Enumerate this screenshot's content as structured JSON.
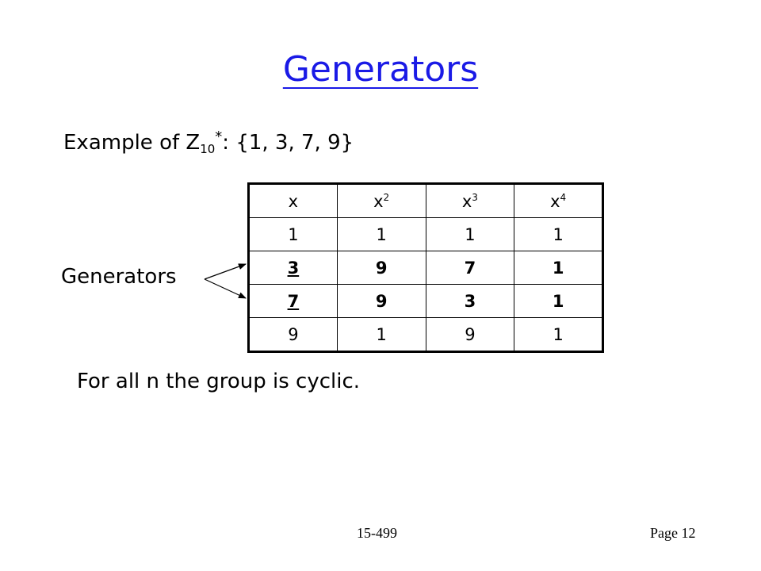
{
  "title": "Generators",
  "example": {
    "prefix": "Example of Z",
    "subscript": "10",
    "superscript": "*",
    "suffix": ": {1, 3, 7, 9}"
  },
  "table": {
    "headers": [
      {
        "base": "x",
        "exp": ""
      },
      {
        "base": "x",
        "exp": "2"
      },
      {
        "base": "x",
        "exp": "3"
      },
      {
        "base": "x",
        "exp": "4"
      }
    ],
    "rows": [
      [
        "1",
        "1",
        "1",
        "1"
      ],
      [
        "3",
        "9",
        "7",
        "1"
      ],
      [
        "7",
        "9",
        "3",
        "1"
      ],
      [
        "9",
        "1",
        "9",
        "1"
      ]
    ]
  },
  "generators_label": "Generators",
  "cyclic_note": "For all n the group is cyclic.",
  "footer": {
    "course": "15-499",
    "page": "Page 12"
  },
  "colors": {
    "title": "#1a1ae6"
  }
}
